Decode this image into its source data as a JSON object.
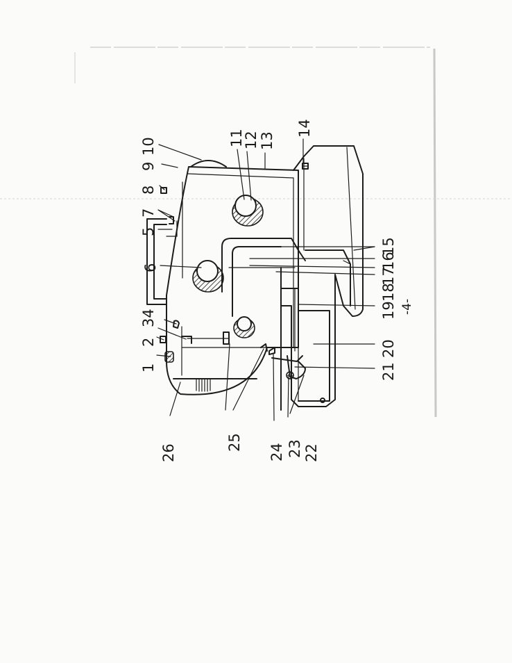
{
  "page_number": "-4-",
  "callouts": [
    {
      "id": "c1",
      "label": "1"
    },
    {
      "id": "c2",
      "label": "2"
    },
    {
      "id": "c34",
      "label": "34"
    },
    {
      "id": "c5",
      "label": "5"
    },
    {
      "id": "c6",
      "label": "6"
    },
    {
      "id": "c7",
      "label": "7"
    },
    {
      "id": "c8",
      "label": "8"
    },
    {
      "id": "c9",
      "label": "9"
    },
    {
      "id": "c10",
      "label": "10"
    },
    {
      "id": "c11",
      "label": "11"
    },
    {
      "id": "c12",
      "label": "12"
    },
    {
      "id": "c13",
      "label": "13"
    },
    {
      "id": "c14",
      "label": "14"
    },
    {
      "id": "c15",
      "label": "15"
    },
    {
      "id": "c16",
      "label": "16"
    },
    {
      "id": "c17",
      "label": "17"
    },
    {
      "id": "c18",
      "label": "18"
    },
    {
      "id": "c19",
      "label": "19"
    },
    {
      "id": "c20",
      "label": "20"
    },
    {
      "id": "c21",
      "label": "21"
    },
    {
      "id": "c22",
      "label": "22"
    },
    {
      "id": "c23",
      "label": "23"
    },
    {
      "id": "c24",
      "label": "24"
    },
    {
      "id": "c25",
      "label": "25"
    },
    {
      "id": "c26",
      "label": "26"
    }
  ]
}
